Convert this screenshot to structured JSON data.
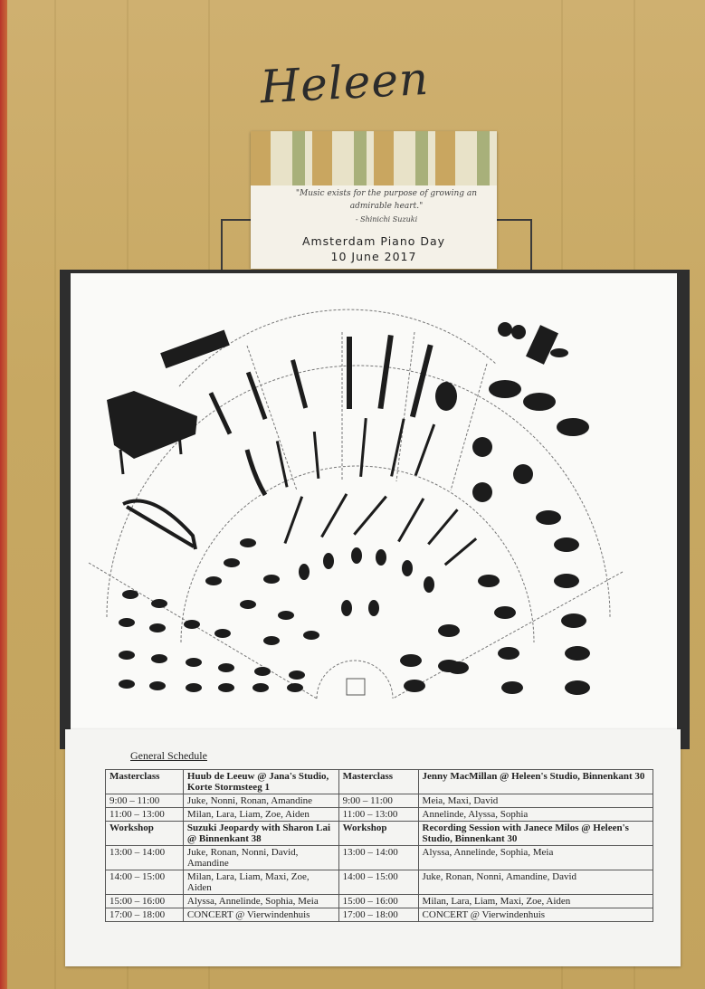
{
  "name_label": "Heleen",
  "card": {
    "quote": "\"Music exists for the purpose of growing an admirable heart.\"",
    "author": "- Shinichi Suzuki",
    "title": "Amsterdam Piano Day",
    "date": "10 June 2017"
  },
  "schedule": {
    "title": "General Schedule",
    "rows": [
      [
        "Masterclass",
        "Huub de Leeuw @ Jana's Studio, Korte Stormsteeg 1",
        "Masterclass",
        "Jenny MacMillan @ Heleen's Studio, Binnenkant 30"
      ],
      [
        "9:00 – 11:00",
        "Juke, Nonni, Ronan, Amandine",
        "9:00 – 11:00",
        "Meia, Maxi, David"
      ],
      [
        "11:00 – 13:00",
        "Milan, Lara, Liam, Zoe, Aiden",
        "11:00 – 13:00",
        "Annelinde, Alyssa, Sophia"
      ],
      [
        "Workshop",
        "Suzuki Jeopardy with Sharon Lai @ Binnenkant 38",
        "Workshop",
        "Recording Session with Janece Milos @ Heleen's Studio, Binnenkant 30"
      ],
      [
        "13:00 – 14:00",
        "Juke, Ronan, Nonni, David, Amandine",
        "13:00 – 14:00",
        "Alyssa, Annelinde, Sophia, Meia"
      ],
      [
        "14:00 – 15:00",
        "Milan, Lara, Liam, Maxi, Zoe, Aiden",
        "14:00 – 15:00",
        "Juke, Ronan, Nonni, Amandine, David"
      ],
      [
        "15:00 – 16:00",
        "Alyssa, Annelinde, Sophia, Meia",
        "15:00 – 16:00",
        "Milan, Lara, Liam, Maxi, Zoe, Aiden"
      ],
      [
        "17:00 – 18:00",
        "CONCERT @ Vierwindenhuis",
        "17:00 – 18:00",
        "CONCERT @ Vierwindenhuis"
      ]
    ]
  }
}
